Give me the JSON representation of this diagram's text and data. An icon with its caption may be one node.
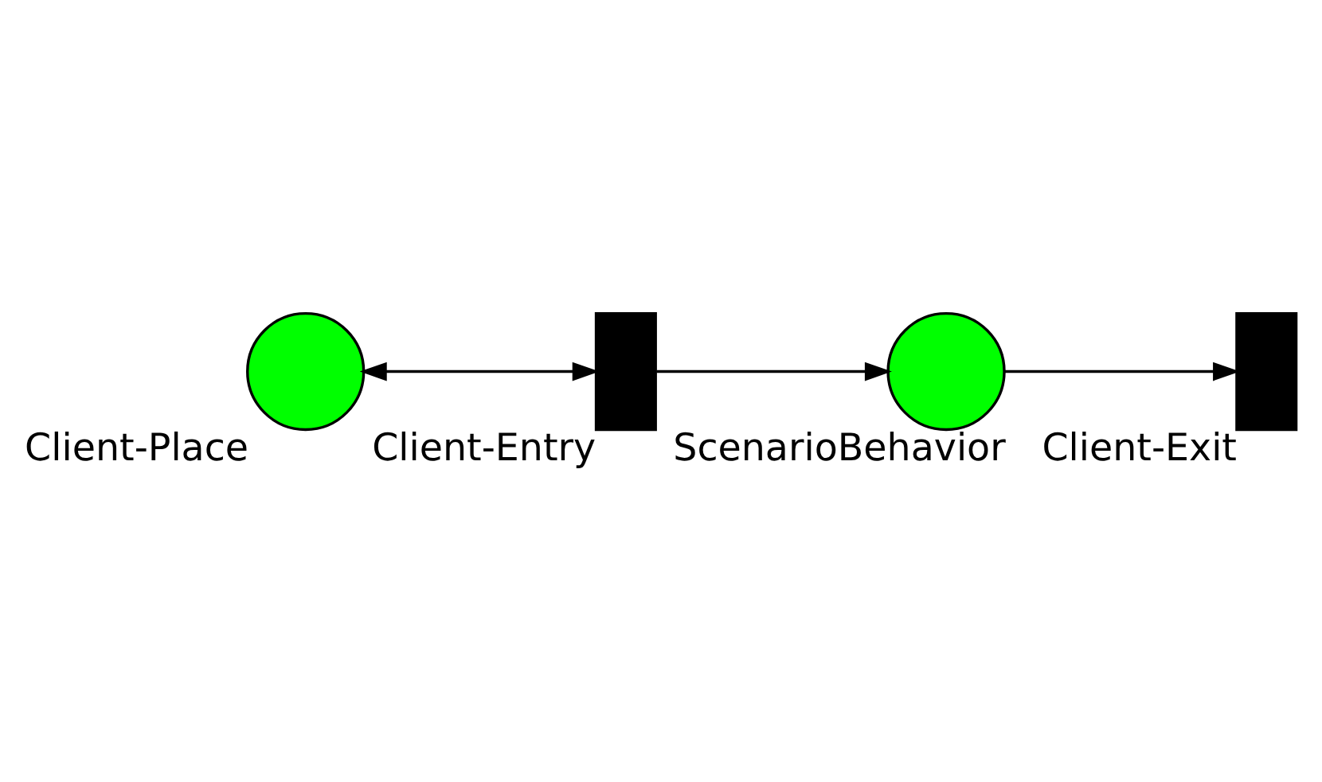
{
  "diagram": {
    "nodes": [
      {
        "text": [
          "Client-Place"
        ]
      },
      {
        "text": [
          "Client-Entry"
        ]
      },
      {
        "text": [
          "ScenarioBehavior"
        ]
      },
      {
        "text": [
          "Client-Exit"
        ]
      }
    ],
    "edges": [
      {
        "from": 0,
        "to": 1,
        "arrow": "both"
      },
      {
        "from": 1,
        "to": 2,
        "arrow": "to"
      },
      {
        "from": 2,
        "to": 3,
        "arrow": "to"
      }
    ]
  }
}
